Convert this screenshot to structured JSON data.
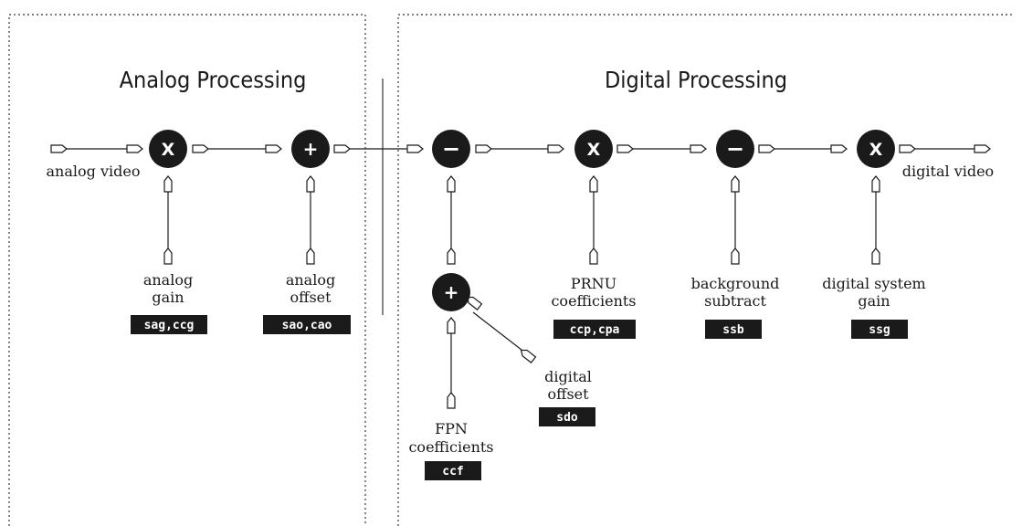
{
  "sections": {
    "analog_title": "Analog Processing",
    "digital_title": "Digital Processing"
  },
  "io": {
    "input_label": "analog video",
    "output_label": "digital video"
  },
  "operators": [
    {
      "id": "analog-gain-mult",
      "symbol": "X"
    },
    {
      "id": "analog-offset-add",
      "symbol": "+"
    },
    {
      "id": "fpn-subtract",
      "symbol": "−"
    },
    {
      "id": "prnu-mult",
      "symbol": "X"
    },
    {
      "id": "background-subtract",
      "symbol": "−"
    },
    {
      "id": "digital-gain-mult",
      "symbol": "X"
    },
    {
      "id": "fpn-offset-add",
      "symbol": "+"
    }
  ],
  "parameters": [
    {
      "id": "analog-gain",
      "lines": [
        "analog",
        "gain"
      ],
      "commands": "sag,ccg"
    },
    {
      "id": "analog-offset",
      "lines": [
        "analog",
        "offset"
      ],
      "commands": "sao,cao"
    },
    {
      "id": "prnu-coefficients",
      "lines": [
        "PRNU",
        "coefficients"
      ],
      "commands": "ccp,cpa"
    },
    {
      "id": "background-subtract",
      "lines": [
        "background",
        "subtract"
      ],
      "commands": "ssb"
    },
    {
      "id": "digital-system-gain",
      "lines": [
        "digital system",
        "gain"
      ],
      "commands": "ssg"
    },
    {
      "id": "digital-offset",
      "lines": [
        "digital",
        "offset"
      ],
      "commands": "sdo"
    },
    {
      "id": "fpn-coefficients",
      "lines": [
        "FPN",
        "coefficients"
      ],
      "commands": "ccf"
    }
  ]
}
